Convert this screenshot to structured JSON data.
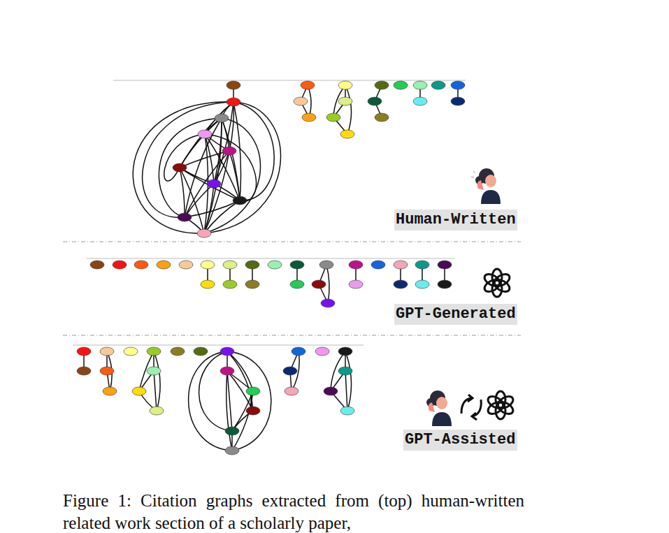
{
  "diagram": {
    "caption": "Figure 1: Citation graphs extracted from (top) human-written related work section of a scholarly paper,",
    "nodes": [
      {
        "text": [
          "Human-Written"
        ]
      },
      {
        "text": [
          "GPT-Generated"
        ]
      },
      {
        "text": [
          "GPT-Assisted"
        ]
      }
    ]
  }
}
